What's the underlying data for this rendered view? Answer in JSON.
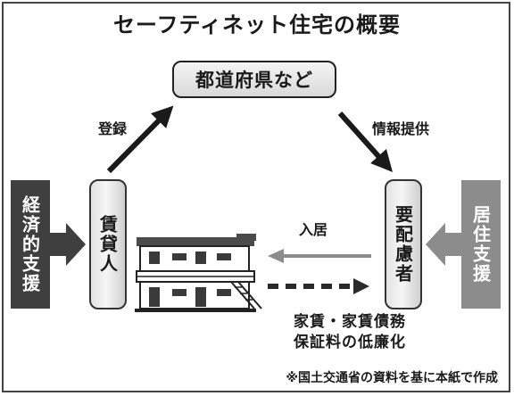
{
  "diagram": {
    "title": "セーフティネット住宅の概要",
    "nodes": {
      "government": "都道府県など",
      "landlord": "賃貸人",
      "tenant": "要配慮者",
      "landlord_support": "経済的支援",
      "tenant_support": "居住支援"
    },
    "edges": {
      "register": "登録",
      "info": "情報提供",
      "move_in": "入居",
      "rent_reduction": "家賃・家賃債務保証料の低廉化"
    },
    "rent_lines": [
      "家賃・家賃債務",
      "保証料の低廉化"
    ],
    "footnote": "※国土交通省の資料を基に本紙で作成"
  }
}
